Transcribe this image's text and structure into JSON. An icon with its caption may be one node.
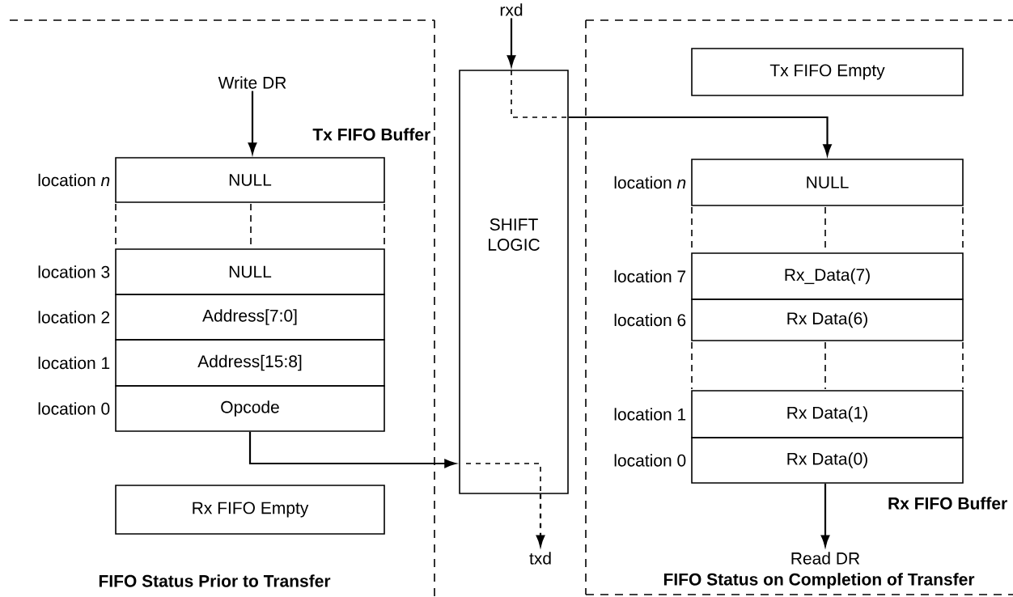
{
  "diagram": {
    "nodes": [
      {
        "text": [
          "FIFO Status Prior to Transfer"
        ]
      },
      {
        "text": [
          "Write DR"
        ],
        "in": 0
      },
      {
        "text": [
          "NULL"
        ],
        "in": 0,
        "beside": [
          "location *n*"
        ]
      },
      {
        "text": [
          "NULL"
        ],
        "in": 0,
        "beside": [
          "location 3"
        ]
      },
      {
        "text": [
          "Address[7:0]"
        ],
        "in": 0,
        "beside": [
          "location 2"
        ]
      },
      {
        "text": [
          "Address[15:8]"
        ],
        "in": 0,
        "beside": [
          "location 1"
        ]
      },
      {
        "text": [
          "Opcode"
        ],
        "in": 0,
        "beside": [
          "location 0"
        ]
      },
      {
        "text": [
          "Rx FIFO Empty"
        ],
        "in": 0
      },
      {
        "text": [
          "SHIFT LOGIC"
        ]
      },
      {
        "text": [
          "rxd"
        ]
      },
      {
        "text": [
          "txd"
        ]
      },
      {
        "text": [
          "FIFO Status on Completion of Transfer"
        ]
      },
      {
        "text": [
          "Tx FIFO Empty"
        ],
        "in": 11
      },
      {
        "text": [
          "NULL"
        ],
        "in": 11,
        "beside": [
          "location *n*"
        ]
      },
      {
        "text": [
          "Rx_Data(7)"
        ],
        "in": 11,
        "beside": [
          "location 7"
        ]
      },
      {
        "text": [
          "Rx Data(6)"
        ],
        "in": 11,
        "beside": [
          "location 6"
        ]
      },
      {
        "text": [
          "Rx Data(1)"
        ],
        "in": 11,
        "beside": [
          "location 1"
        ]
      },
      {
        "text": [
          "Rx Data(0)"
        ],
        "in": 11,
        "beside": [
          "location 0"
        ]
      },
      {
        "text": [
          "Read DR"
        ],
        "in": 11
      }
    ],
    "edges": [
      {
        "from": 1,
        "to": 2,
        "arrow": "to"
      },
      {
        "from": 6,
        "to": 8,
        "arrow": "to"
      },
      {
        "from": 8,
        "to": 10,
        "arrow": "to",
        "style": "dashed"
      },
      {
        "from": 9,
        "to": 8,
        "arrow": "to"
      },
      {
        "from": 8,
        "to": 13,
        "arrow": "to"
      },
      {
        "from": 17,
        "to": 18,
        "arrow": "to"
      }
    ],
    "labels": [
      "Tx FIFO Buffer",
      "Rx FIFO Buffer"
    ]
  }
}
